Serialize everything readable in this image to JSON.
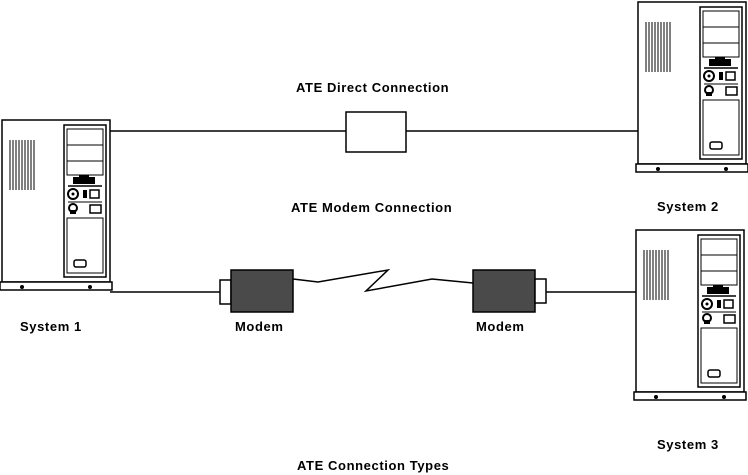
{
  "labels": {
    "direct_connection": "ATE Direct Connection",
    "modem_connection": "ATE Modem Connection",
    "caption": "ATE Connection Types"
  },
  "systems": [
    {
      "label": "System 1"
    },
    {
      "label": "System 2"
    },
    {
      "label": "System 3"
    }
  ],
  "modems": [
    {
      "label": "Modem"
    },
    {
      "label": "Modem"
    }
  ],
  "colors": {
    "line": "#000000",
    "modem_body": "#4a4a4a",
    "background": "#ffffff"
  }
}
